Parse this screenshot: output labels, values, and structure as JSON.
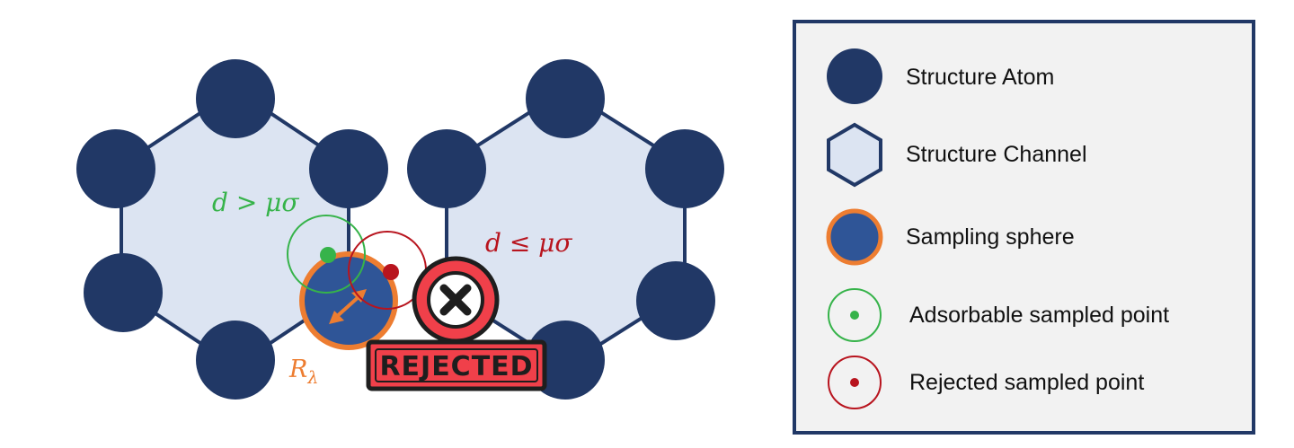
{
  "colors": {
    "atom": "#213866",
    "channel_fill": "#DCE4F2",
    "channel_stroke": "#213866",
    "sphere_fill": "#2F5597",
    "sphere_stroke": "#ED7D31",
    "adsorbable": "#36B34A",
    "rejected": "#B8141E",
    "stamp_red": "#F0404A",
    "stamp_dark": "#1E1E1E",
    "legend_bg": "#F2F2F2",
    "legend_border": "#213866"
  },
  "diagram": {
    "adsorbable_condition": "d > μσ",
    "rejected_condition": "d ≤ μσ",
    "radius_label_main": "R",
    "radius_label_sub": "λ",
    "stamp_text": "REJECTED",
    "stamp_icon": "x-mark-icon"
  },
  "legend": {
    "items": [
      {
        "icon": "structure-atom-icon",
        "label": "Structure Atom"
      },
      {
        "icon": "structure-channel-icon",
        "label": "Structure Channel"
      },
      {
        "icon": "sampling-sphere-icon",
        "label": "Sampling sphere"
      },
      {
        "icon": "adsorbable-point-icon",
        "label": "Adsorbable sampled point"
      },
      {
        "icon": "rejected-point-icon",
        "label": "Rejected sampled point"
      }
    ]
  }
}
